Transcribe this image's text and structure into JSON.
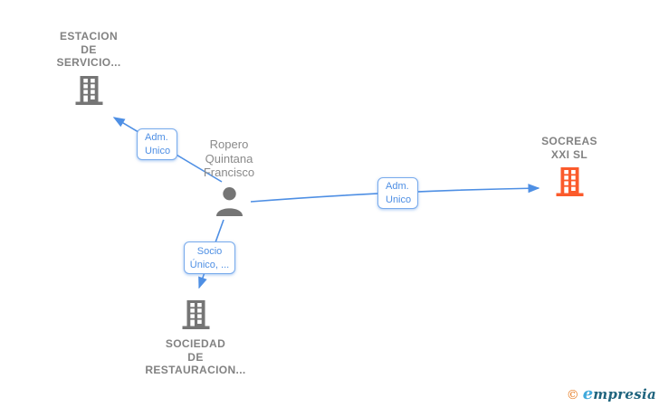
{
  "diagram": {
    "nodes": {
      "estacion": {
        "type": "company",
        "lines": [
          "ESTACION",
          "DE",
          "SERVICIO..."
        ]
      },
      "person": {
        "type": "person",
        "lines": [
          "Ropero",
          "Quintana",
          "Francisco"
        ]
      },
      "socreas": {
        "type": "company",
        "lines": [
          "SOCREAS",
          "XXI SL"
        ],
        "highlighted": true
      },
      "sociedad": {
        "type": "company",
        "lines": [
          "SOCIEDAD",
          "DE",
          "RESTAURACION..."
        ]
      }
    },
    "edges": {
      "adm_unico_left": {
        "lines": [
          "Adm.",
          "Unico"
        ]
      },
      "adm_unico_right": {
        "lines": [
          "Adm.",
          "Unico"
        ]
      },
      "socio_unico": {
        "lines": [
          "Socio",
          "Único, ..."
        ]
      }
    }
  },
  "colors": {
    "edge_blue": "#4e8fe4",
    "box_border": "#79abec",
    "company_gray": "#828282",
    "person_gray": "#8a8a8a",
    "icon_gray": "#757575",
    "highlight_orange": "#fb5a2b",
    "brand_orange": "#e87e26",
    "brand_light_blue": "#3fa9dc",
    "brand_dark_blue": "#1f647e"
  },
  "footer": {
    "copyright_symbol": "©",
    "brand_initial": "e",
    "brand_rest": "mpresia"
  }
}
